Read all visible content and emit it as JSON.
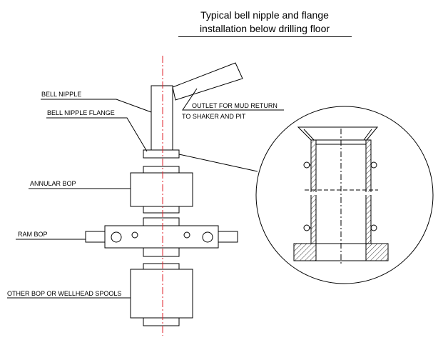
{
  "title": {
    "line1": "Typical bell nipple and flange",
    "line2": "installation below drilling floor"
  },
  "labels": {
    "bell_nipple": "BELL NIPPLE",
    "bell_nipple_flange": "BELL NIPPLE FLANGE",
    "outlet_line1": "OUTLET FOR MUD RETURN",
    "outlet_line2": "TO SHAKER AND PIT",
    "annular_bop": "ANNULAR BOP",
    "ram_bop": "RAM  BOP",
    "other_bop": "OTHER BOP OR WELLHEAD SPOOLS"
  },
  "colors": {
    "line": "#000000",
    "centerline": "#e0202a",
    "hatch": "#000000"
  }
}
